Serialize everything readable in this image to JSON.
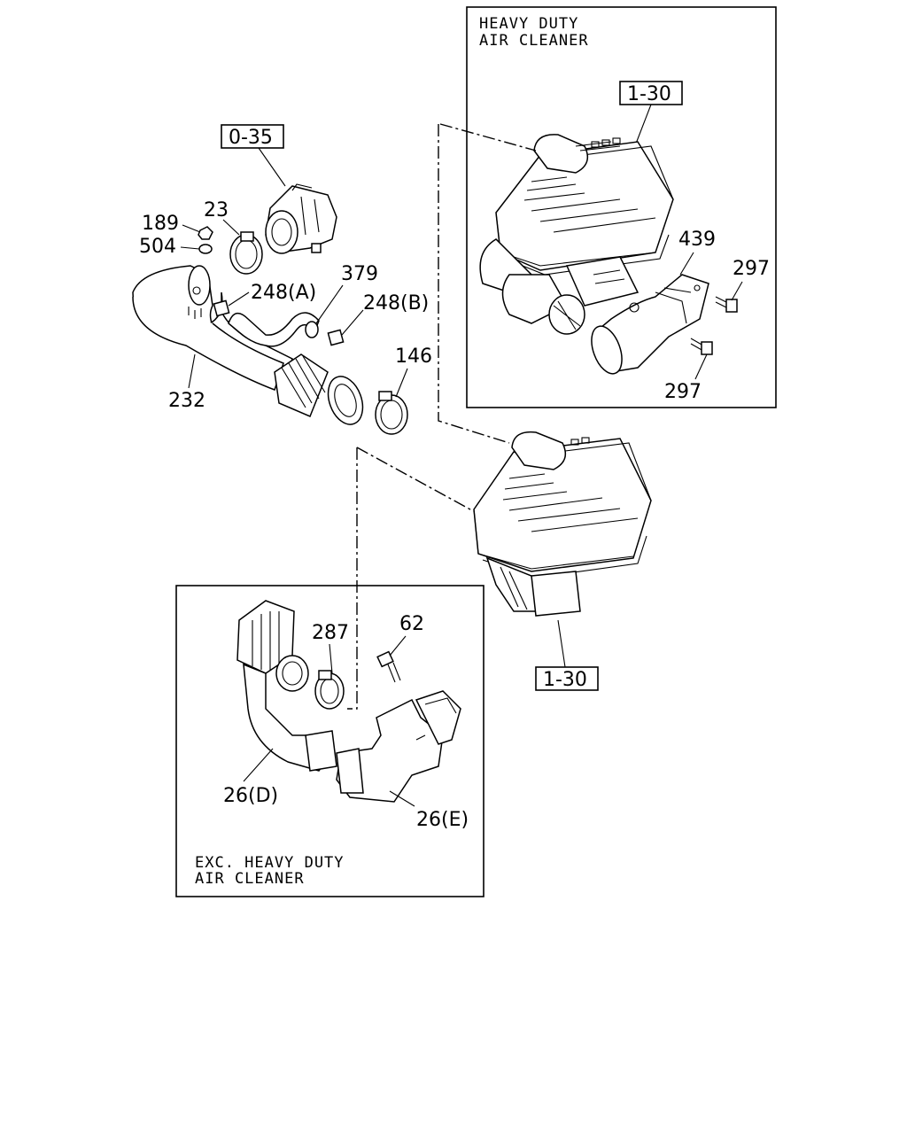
{
  "insets": {
    "heavy_duty": {
      "title_line1": "HEAVY DUTY",
      "title_line2": "AIR CLEANER"
    },
    "exc_heavy_duty": {
      "title_line1": "EXC. HEAVY DUTY",
      "title_line2": "AIR CLEANER"
    }
  },
  "ref_boxes": {
    "throttle_body": "0-35",
    "air_cleaner_hd": "1-30",
    "air_cleaner_std": "1-30"
  },
  "part_labels": {
    "p189": "189",
    "p504": "504",
    "p23": "23",
    "p248a": "248(A)",
    "p379": "379",
    "p248b": "248(B)",
    "p146": "146",
    "p232": "232",
    "p439": "439",
    "p297_top": "297",
    "p297_bottom": "297",
    "p287": "287",
    "p62": "62",
    "p26d": "26(D)",
    "p26e": "26(E)"
  }
}
